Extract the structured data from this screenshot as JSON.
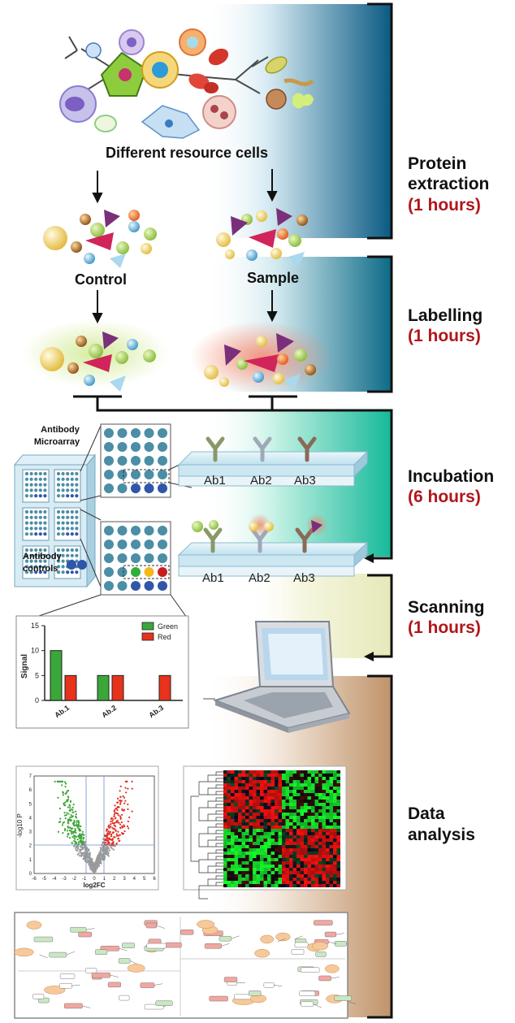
{
  "steps": [
    {
      "name": "Protein extraction",
      "line1": "Protein",
      "line2": "extraction",
      "duration": "(1 hours)"
    },
    {
      "name": "Labelling",
      "line1": "Labelling",
      "line2": "",
      "duration": "(1 hours)"
    },
    {
      "name": "Incubation",
      "line1": "Incubation",
      "line2": "",
      "duration": "(6 hours)"
    },
    {
      "name": "Scanning",
      "line1": "Scanning",
      "line2": "",
      "duration": "(1 hours)"
    },
    {
      "name": "Data analysis",
      "line1": "Data",
      "line2": "analysis",
      "duration": ""
    }
  ],
  "labels": {
    "cells_caption": "Different resource cells",
    "control": "Control",
    "sample": "Sample",
    "antibody_microarray_1": "Antibody",
    "antibody_microarray_2": "Microarray",
    "antibody_controls_1": "Antibody",
    "antibody_controls_2": "controls",
    "ab1": "Ab1",
    "ab2": "Ab2",
    "ab3": "Ab3"
  },
  "colors": {
    "duration_red": "#b0161b",
    "extraction_band": "#0a5a82",
    "labelling_band": "#0d6a86",
    "incubation_band": "#16b99a",
    "scanning_band": "#e9ecc2",
    "analysis_band": "#c59a72",
    "green_series": "#3aa73a",
    "red_series": "#e8321c"
  },
  "chart_data": {
    "type": "bar",
    "categories": [
      "Ab.1",
      "Ab.2",
      "Ab.3"
    ],
    "series": [
      {
        "name": "Green",
        "values": [
          10,
          5,
          0
        ]
      },
      {
        "name": "Red",
        "values": [
          5,
          5,
          5
        ]
      }
    ],
    "ylabel": "Signal",
    "ylim": [
      0,
      15
    ],
    "yticks": [
      "0",
      "5",
      "10",
      "15"
    ],
    "legend": "top-right"
  },
  "volcano": {
    "xlabel": "log2FC",
    "ylabel": "-log10 P",
    "xticks": [
      "-6",
      "-5",
      "-4",
      "-3",
      "-2",
      "-1",
      "0",
      "1",
      "2",
      "3",
      "4",
      "5",
      "6"
    ],
    "yticks": [
      "0",
      "1",
      "2",
      "3",
      "4",
      "5",
      "6",
      "7"
    ]
  }
}
